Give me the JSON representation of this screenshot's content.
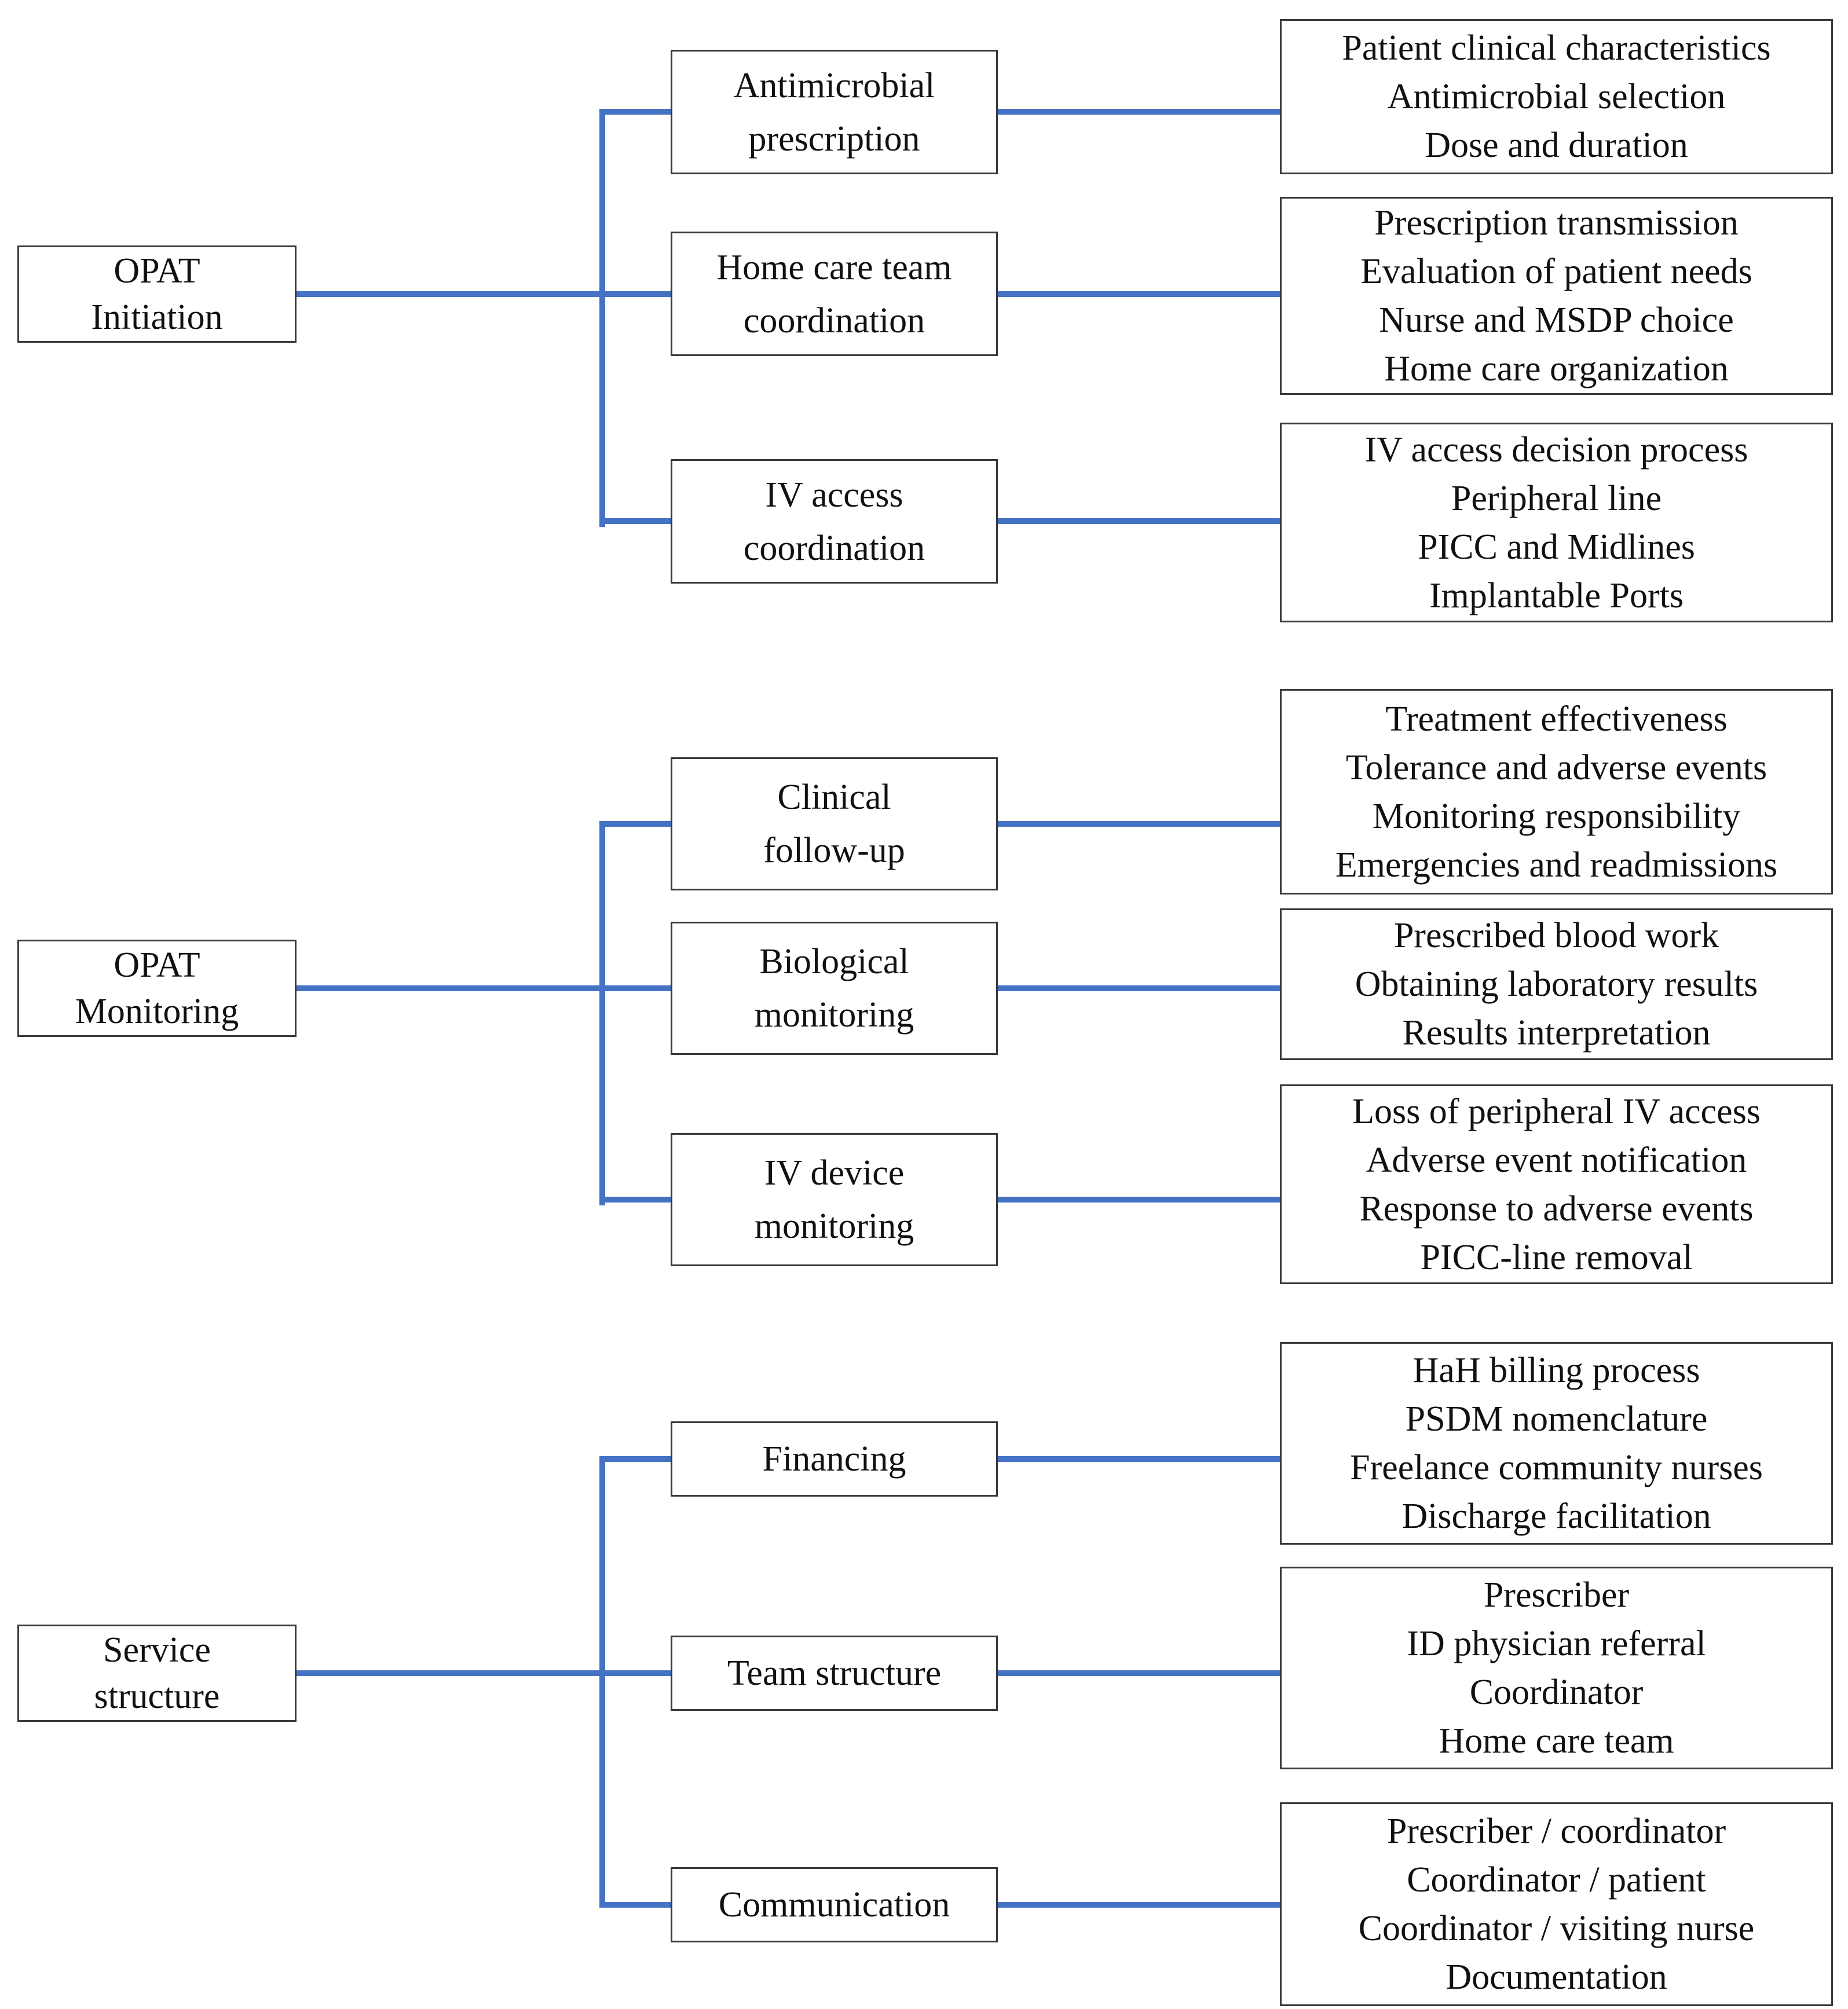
{
  "diagram": {
    "connector_color": "#4472C4",
    "box_border_color": "#3a3a3a",
    "text_color": "#111111",
    "groups": [
      {
        "root": "OPAT\nInitiation",
        "branches": [
          {
            "label": "Antimicrobial\nprescription",
            "details": "Patient clinical characteristics\nAntimicrobial selection\nDose and duration"
          },
          {
            "label": "Home care team\ncoordination",
            "details": "Prescription transmission\nEvaluation of patient needs\nNurse and MSDP choice\nHome care organization"
          },
          {
            "label": "IV access\ncoordination",
            "details": "IV access decision process\nPeripheral line\nPICC and Midlines\nImplantable Ports"
          }
        ]
      },
      {
        "root": "OPAT\nMonitoring",
        "branches": [
          {
            "label": "Clinical\nfollow-up",
            "details": "Treatment effectiveness\nTolerance and adverse events\nMonitoring responsibility\nEmergencies and readmissions"
          },
          {
            "label": "Biological\nmonitoring",
            "details": "Prescribed blood work\nObtaining laboratory results\nResults interpretation"
          },
          {
            "label": "IV device\nmonitoring",
            "details": "Loss of peripheral IV access\nAdverse event notification\nResponse to adverse events\nPICC-line removal"
          }
        ]
      },
      {
        "root": "Service\nstructure",
        "branches": [
          {
            "label": "Financing",
            "details": "HaH billing process\nPSDM nomenclature\nFreelance community nurses\nDischarge facilitation"
          },
          {
            "label": "Team structure",
            "details": "Prescriber\nID physician referral\nCoordinator\nHome care team"
          },
          {
            "label": "Communication",
            "details": "Prescriber / coordinator\nCoordinator / patient\nCoordinator / visiting nurse\nDocumentation"
          }
        ]
      }
    ]
  }
}
